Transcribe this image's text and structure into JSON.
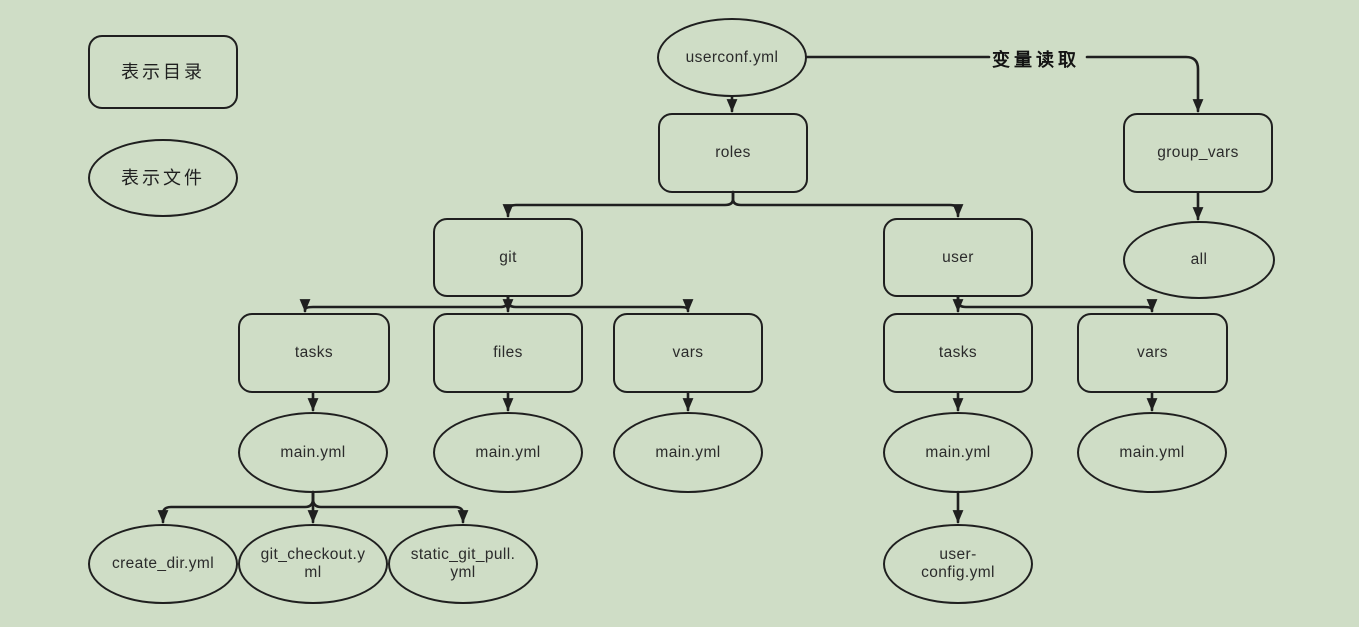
{
  "canvas": {
    "background_color": "#cfddc6",
    "line_color": "#1f1f1f",
    "text_color": "#2b2b2b"
  },
  "legend": {
    "directory_shape_label": "表示目录",
    "file_shape_label": "表示文件"
  },
  "edge_labels": {
    "variable_read": "变量读取"
  },
  "nodes": {
    "userconf": {
      "label": "userconf.yml",
      "type": "file"
    },
    "roles": {
      "label": "roles",
      "type": "directory"
    },
    "group_vars": {
      "label": "group_vars",
      "type": "directory"
    },
    "all": {
      "label": "all",
      "type": "file"
    },
    "git": {
      "label": "git",
      "type": "directory"
    },
    "user": {
      "label": "user",
      "type": "directory"
    },
    "git_tasks": {
      "label": "tasks",
      "type": "directory"
    },
    "git_files": {
      "label": "files",
      "type": "directory"
    },
    "git_vars": {
      "label": "vars",
      "type": "directory"
    },
    "user_tasks": {
      "label": "tasks",
      "type": "directory"
    },
    "user_vars": {
      "label": "vars",
      "type": "directory"
    },
    "git_tasks_main": {
      "label": "main.yml",
      "type": "file"
    },
    "git_files_main": {
      "label": "main.yml",
      "type": "file"
    },
    "git_vars_main": {
      "label": "main.yml",
      "type": "file"
    },
    "user_tasks_main": {
      "label": "main.yml",
      "type": "file"
    },
    "user_vars_main": {
      "label": "main.yml",
      "type": "file"
    },
    "create_dir": {
      "label": "create_dir.yml",
      "type": "file"
    },
    "git_checkout": {
      "label": "git_checkout.yml",
      "type": "file"
    },
    "static_git_pull": {
      "label": "static_git_pull.yml",
      "type": "file"
    },
    "user_config": {
      "label": "user-config.yml",
      "type": "file"
    }
  },
  "edges": [
    {
      "from": "userconf.yml",
      "to": "roles"
    },
    {
      "from": "userconf.yml",
      "to": "group_vars",
      "label": "变量读取"
    },
    {
      "from": "group_vars",
      "to": "all"
    },
    {
      "from": "roles",
      "to": "git"
    },
    {
      "from": "roles",
      "to": "user"
    },
    {
      "from": "git",
      "to": "tasks"
    },
    {
      "from": "git",
      "to": "files"
    },
    {
      "from": "git",
      "to": "vars"
    },
    {
      "from": "git/tasks",
      "to": "main.yml"
    },
    {
      "from": "git/files",
      "to": "main.yml"
    },
    {
      "from": "git/vars",
      "to": "main.yml"
    },
    {
      "from": "git/tasks/main.yml",
      "to": "create_dir.yml"
    },
    {
      "from": "git/tasks/main.yml",
      "to": "git_checkout.yml"
    },
    {
      "from": "git/tasks/main.yml",
      "to": "static_git_pull.yml"
    },
    {
      "from": "user",
      "to": "tasks"
    },
    {
      "from": "user",
      "to": "vars"
    },
    {
      "from": "user/tasks",
      "to": "main.yml"
    },
    {
      "from": "user/vars",
      "to": "main.yml"
    },
    {
      "from": "user/tasks/main.yml",
      "to": "user-config.yml"
    }
  ]
}
